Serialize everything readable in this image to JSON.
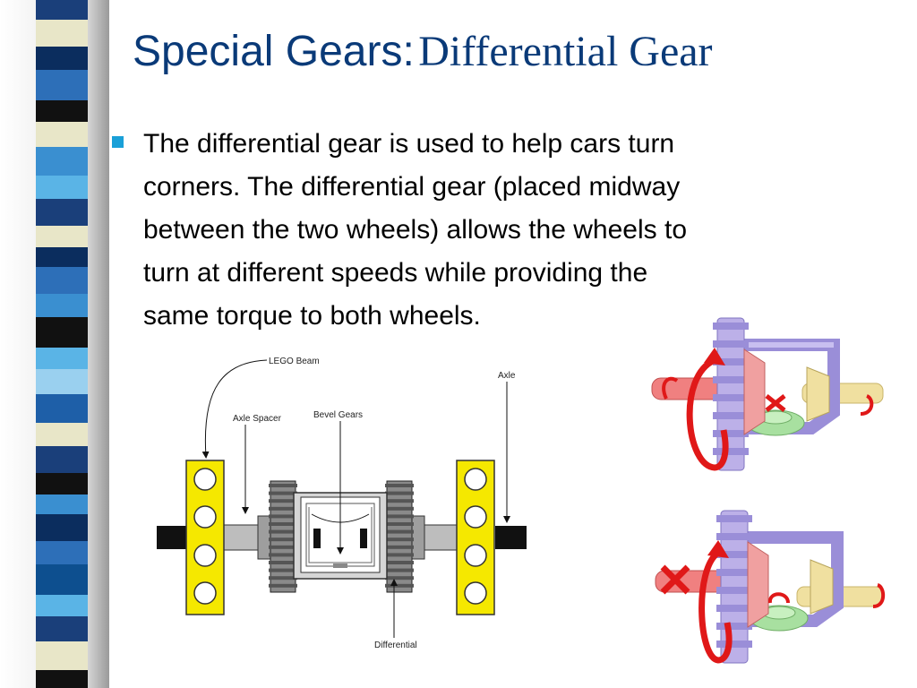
{
  "slide": {
    "title_part1": "Special Gears:",
    "title_part2": "Differential Gear",
    "bullet_lines": [
      "The differential gear is used to help cars turn",
      "corners. The differential gear (placed midway",
      "between the two wheels) allows the wheels to",
      "turn at different speeds while providing the",
      "same torque to both wheels."
    ]
  },
  "diagram": {
    "labels": {
      "lego_beam": "LEGO Beam",
      "axle": "Axle",
      "axle_spacer": "Axle Spacer",
      "bevel_gears": "Bevel Gears",
      "differential": "Differential"
    }
  },
  "colors": {
    "title": "#0a3a78",
    "bullet": "#1aa0d8",
    "beam_yellow": "#f5e800",
    "gear_purple": "#b4a8e6",
    "axle_pink": "#f08080",
    "axle_cream": "#f0e0a0",
    "bevel_green": "#a8e0a0",
    "arrow_red": "#e01818"
  }
}
